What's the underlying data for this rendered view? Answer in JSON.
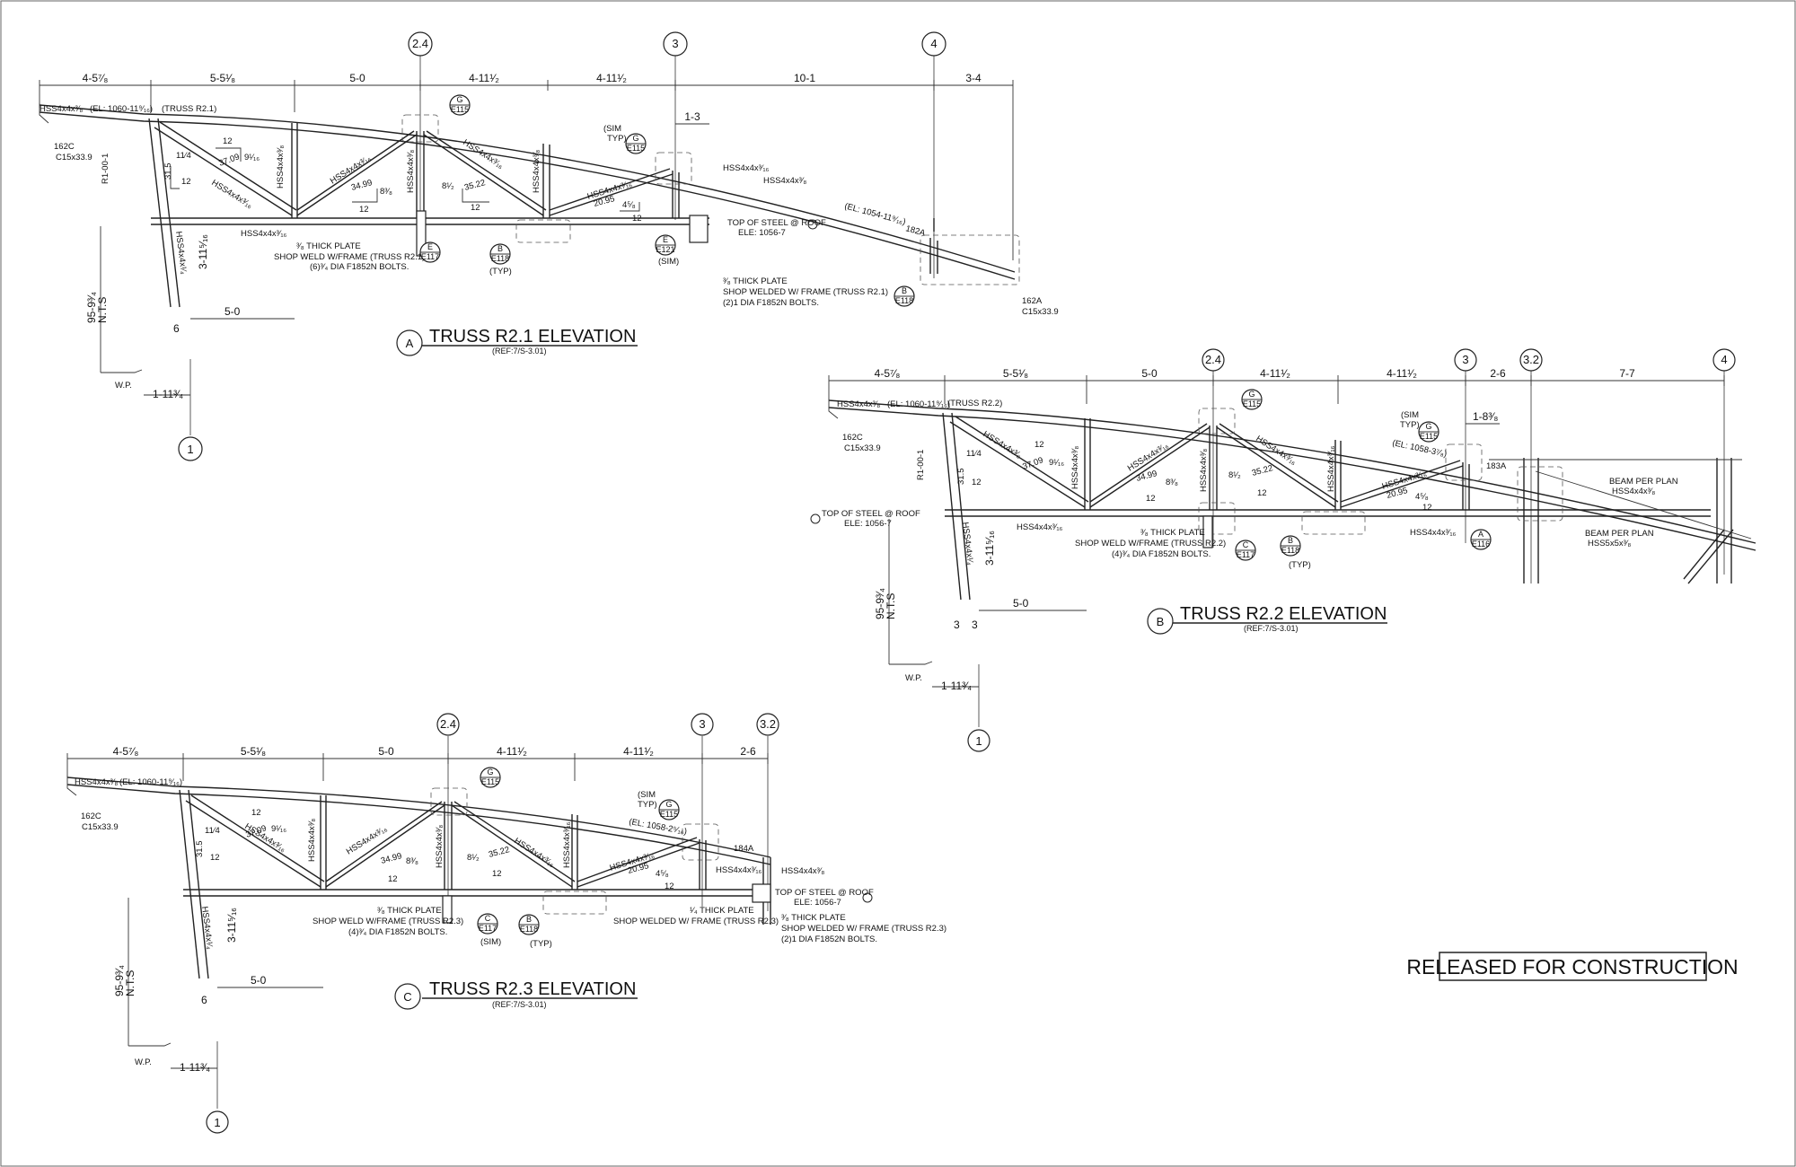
{
  "grid_labels": {
    "g1": "1",
    "g24": "2.4",
    "g3": "3",
    "g32": "3.2",
    "g4": "4"
  },
  "truss_a": {
    "letter": "A",
    "title": "TRUSS R2.1 ELEVATION",
    "ref": "(REF:7/S-3.01)",
    "dims": [
      "4-5⁷⁄₈",
      "5-5¹⁄₈",
      "5-0",
      "4-11¹⁄₂",
      "4-11¹⁄₂",
      "10-1",
      "3-4"
    ],
    "dim_13": "1-3",
    "top_chord": "HSS4x4x³⁄₈",
    "el_left": "(EL: 1060-11⁹⁄₁₆)",
    "truss_tag": "(TRUSS R2.1)",
    "c_left": [
      "162C",
      "C15x33.9"
    ],
    "c_right": [
      "162A",
      "C15x33.9"
    ],
    "mark_right": "182A",
    "el_right": "(EL: 1054-11⁹⁄₁₆)",
    "bottom_chord": "HSS4x4x³⁄₁₆",
    "web": "HSS4x4x³⁄₁₆",
    "web_vert": "HSS4x4x³⁄₈",
    "col": "HSS4x4x¹⁄₄",
    "r_label": "R1-00-1",
    "slope1": {
      "a": "11⁄4",
      "b": "12",
      "c": "31.5",
      "angle": "37.09",
      "d": "9¹⁄₁₆"
    },
    "slope2": {
      "angle": "34.99",
      "a": "8³⁄₈",
      "b": "12"
    },
    "slope3": {
      "angle": "35.22",
      "a": "8¹⁄₂",
      "b": "12"
    },
    "slope4": {
      "angle": "20.95",
      "a": "4⁵⁄₈",
      "b": "12"
    },
    "tos": [
      "TOP OF STEEL @ ROOF",
      "ELE: 1056-7"
    ],
    "plate_left": [
      "³⁄₈ THICK PLATE",
      "SHOP WELD W/FRAME (TRUSS R2.1)",
      "(6)³⁄₄ DIA F1852N BOLTS."
    ],
    "plate_right": [
      "³⁄₈ THICK PLATE",
      "SHOP WELDED W/ FRAME (TRUSS R2.1)",
      "(2)1 DIA F1852N BOLTS."
    ],
    "sim_typ": [
      "(SIM",
      "TYP)"
    ],
    "typ": "(TYP)",
    "sim": "(SIM)",
    "callouts": {
      "g": [
        "G",
        "E115"
      ],
      "e1": [
        "E",
        "E117"
      ],
      "b": [
        "B",
        "E118"
      ],
      "e2": [
        "E",
        "E121"
      ],
      "b2": [
        "B",
        "E118"
      ]
    },
    "wp": "W.P.",
    "dim_95": [
      "95-9³⁄₄",
      "N.T.S"
    ],
    "dim_50": "5-0",
    "dim_1113": "1-11³⁄₄",
    "dim_3115": "3-11⁵⁄₁₆",
    "dim_6": "6"
  },
  "truss_b": {
    "letter": "B",
    "title": "TRUSS R2.2 ELEVATION",
    "ref": "(REF:7/S-3.01)",
    "dims": [
      "4-5⁷⁄₈",
      "5-5¹⁄₈",
      "5-0",
      "4-11¹⁄₂",
      "4-11¹⁄₂",
      "2-6",
      "7-7"
    ],
    "dim_183": "1-8³⁄₈",
    "top_chord": "HSS4x4x³⁄₈",
    "el_left": "(EL: 1060-11⁹⁄₁₆)",
    "truss_tag": "(TRUSS R2.2)",
    "c_left": [
      "162C",
      "C15x33.9"
    ],
    "el_right": "(EL: 1058-3⁷⁄₈)",
    "mark": "183A",
    "beam1": [
      "BEAM PER PLAN",
      "HSS4x4x³⁄₈"
    ],
    "beam2": [
      "BEAM PER PLAN",
      "HSS5x5x³⁄₈"
    ],
    "bottom_chord": "HSS4x4x³⁄₁₆",
    "bottom_chord_r": "HSS4x4x³⁄₁₆",
    "tos": [
      "TOP OF STEEL @ ROOF",
      "ELE: 1056-7"
    ],
    "plate": [
      "³⁄₈ THICK PLATE",
      "SHOP WELD W/FRAME (TRUSS R2.2)",
      "(4)³⁄₄ DIA F1852N BOLTS."
    ],
    "sim_typ": [
      "(SIM",
      "TYP)"
    ],
    "typ": "(TYP)",
    "callouts": {
      "g1": [
        "G",
        "E115"
      ],
      "g2": [
        "G",
        "E115"
      ],
      "c": [
        "C",
        "E117"
      ],
      "b": [
        "B",
        "E118"
      ],
      "a": [
        "A",
        "E116"
      ]
    },
    "r_label": "R1-00-1",
    "col": "HSS4x4x¹⁄₄",
    "slope1": {
      "a": "11⁄4",
      "b": "12",
      "c": "31.5",
      "angle": "37.09",
      "d": "9¹⁄₁₆"
    },
    "slope2": {
      "angle": "34.99",
      "a": "8³⁄₈",
      "b": "12"
    },
    "slope3": {
      "angle": "35.22",
      "a": "8¹⁄₂",
      "b": "12"
    },
    "slope4": {
      "angle": "20.95",
      "a": "4⁵⁄₈",
      "b": "12"
    },
    "wp": "W.P.",
    "dim_95": [
      "95-9³⁄₄",
      "N.T.S"
    ],
    "dim_50": "5-0",
    "dim_1113": "1-11³⁄₄",
    "dim_3115": "3-11⁵⁄₁₆",
    "dim_3a": "3",
    "dim_3b": "3"
  },
  "truss_c": {
    "letter": "C",
    "title": "TRUSS R2.3 ELEVATION",
    "ref": "(REF:7/S-3.01)",
    "dims": [
      "4-5⁷⁄₈",
      "5-5¹⁄₈",
      "5-0",
      "4-11¹⁄₂",
      "4-11¹⁄₂",
      "2-6"
    ],
    "top_chord": "HSS4x4x³⁄₈",
    "el_left": "(EL: 1060-11⁹⁄₁₆)",
    "el_right": "(EL: 1058-2⁵⁄₁₆)",
    "mark": "184A",
    "c_left": [
      "162C",
      "C15x33.9"
    ],
    "end_member": "HSS4x4x³⁄₈",
    "end_member2": "HSS4x4x³⁄₁₆",
    "tos": [
      "TOP OF STEEL @ ROOF",
      "ELE: 1056-7"
    ],
    "plate_left": [
      "³⁄₈ THICK PLATE",
      "SHOP WELD W/FRAME (TRUSS R2.3)",
      "(4)³⁄₄ DIA F1852N BOLTS."
    ],
    "plate_mid": [
      "¹⁄₄ THICK PLATE",
      "SHOP WELDED W/ FRAME (TRUSS R2.3)"
    ],
    "plate_right": [
      "³⁄₈ THICK PLATE",
      "SHOP WELDED W/ FRAME (TRUSS R2.3)",
      "(2)1 DIA F1852N BOLTS."
    ],
    "sim_typ": [
      "(SIM",
      "TYP)"
    ],
    "typ": "(TYP)",
    "sim": "(SIM)",
    "callouts": {
      "g1": [
        "G",
        "E115"
      ],
      "g2": [
        "G",
        "E115"
      ],
      "c": [
        "C",
        "E117"
      ],
      "b": [
        "B",
        "E118"
      ]
    },
    "col": "HSS4x4x¹⁄₄",
    "slope1": {
      "a": "11⁄4",
      "b": "12",
      "c": "31.5",
      "angle": "37.09",
      "d": "9¹⁄₁₆"
    },
    "slope2": {
      "angle": "34.99",
      "a": "8³⁄₈",
      "b": "12"
    },
    "slope3": {
      "angle": "35.22",
      "a": "8¹⁄₂",
      "b": "12"
    },
    "slope4": {
      "angle": "20.95",
      "a": "4⁵⁄₈",
      "b": "12"
    },
    "wp": "W.P.",
    "dim_95": [
      "95-9³⁄₄",
      "N.T.S"
    ],
    "dim_50": "5-0",
    "dim_1113": "1-11³⁄₄",
    "dim_3115": "3-11⁵⁄₁₆",
    "dim_6": "6"
  },
  "stamp": "RELEASED FOR CONSTRUCTION"
}
